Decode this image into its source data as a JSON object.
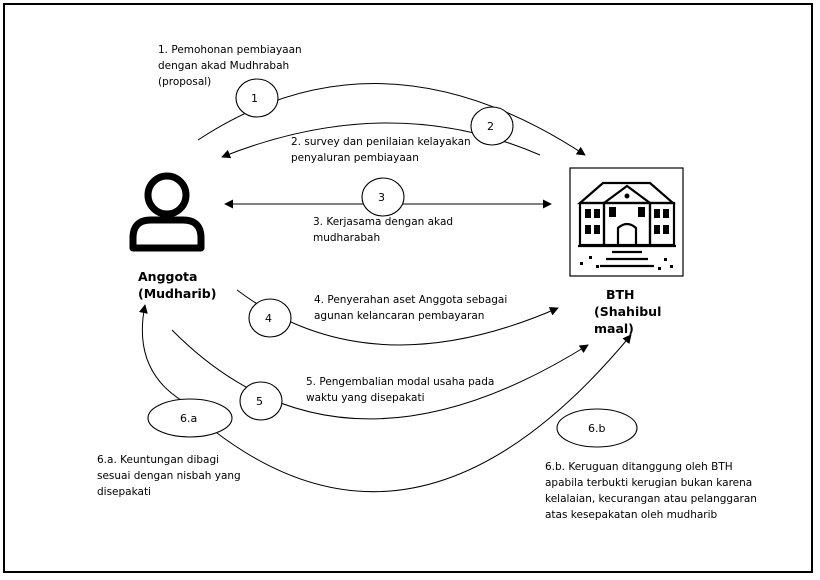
{
  "steps": {
    "s1": {
      "number": "1",
      "lines": [
        "1. Pemohonan pembiayaan",
        "dengan akad Mudhrabah",
        "(proposal)"
      ]
    },
    "s2": {
      "number": "2",
      "lines": [
        "2. survey dan penilaian kelayakan",
        "penyaluran pembiayaan"
      ]
    },
    "s3": {
      "number": "3",
      "lines": [
        "3. Kerjasama dengan akad",
        "mudharabah"
      ]
    },
    "s4": {
      "number": "4",
      "lines": [
        "4. Penyerahan aset Anggota sebagai",
        "agunan kelancaran pembayaran"
      ]
    },
    "s5": {
      "number": "5",
      "lines": [
        "5. Pengembalian modal usaha pada",
        "waktu yang disepakati"
      ]
    },
    "s6a": {
      "number": "6.a",
      "lines": [
        "6.a. Keuntungan dibagi",
        "sesuai dengan nisbah yang",
        "disepakati"
      ]
    },
    "s6b": {
      "number": "6.b",
      "lines": [
        "6.b. Keruguan ditanggung oleh BTH",
        "apabila terbukti kerugian bukan karena",
        "kelalaian, kecurangan atau pelanggaran",
        "atas kesepakatan oleh mudharib"
      ]
    }
  },
  "actors": {
    "member": {
      "lines": [
        "Anggota",
        "(Mudharib)"
      ],
      "icon": "person-icon"
    },
    "bth": {
      "lines": [
        "BTH",
        "(Shahibul",
        "maal)"
      ],
      "icon": "building-icon"
    }
  }
}
